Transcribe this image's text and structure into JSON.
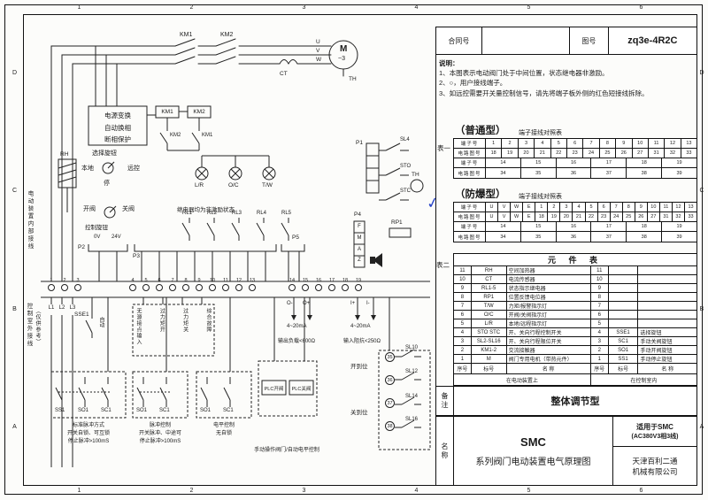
{
  "colors": {
    "ink": "#1c1c1c",
    "blue_check": "#2a46c8",
    "paper": "#fcfcfa"
  },
  "frame": {
    "zone_cols": [
      "1",
      "2",
      "3",
      "4",
      "5",
      "6"
    ],
    "zone_rows_left": [
      "D",
      "C",
      "B",
      "A"
    ],
    "zone_rows_right": [
      "D",
      "C",
      "B",
      "A"
    ]
  },
  "title_block": {
    "contract_label": "合同号",
    "contract_value": "",
    "drawing_label": "图号",
    "drawing_value": "zq3e-4R2C"
  },
  "notes": {
    "heading": "说明：",
    "items": [
      "1、本图表示电动阀门处于中间位置，状态继电器非激励。",
      "2、○，用户接线端子。",
      "3、如远控需要开关量控制信号，请先将端子板外侧的红色短接线拆除。"
    ]
  },
  "table1": {
    "gutter_label": "表一",
    "ordinary_title": "（普通型）",
    "ordinary_subtitle": "端子接线对照表",
    "explosion_title": "（防爆型）",
    "explosion_subtitle": "端子接线对照表",
    "row_label_terminal": "端子号",
    "row_label_circuit": "电路图号",
    "check_mark": "✓",
    "ordinary": {
      "terminals1": [
        "1",
        "2",
        "3",
        "4",
        "5",
        "6",
        "7",
        "8",
        "9",
        "10",
        "11",
        "12",
        "13"
      ],
      "circuits1": [
        "18",
        "19",
        "20",
        "21",
        "22",
        "23",
        "24",
        "25",
        "26",
        "27",
        "31",
        "32",
        "33"
      ],
      "terminals2": [
        "14",
        "15",
        "16",
        "17",
        "18",
        "19"
      ],
      "circuits2": [
        "34",
        "35",
        "36",
        "37",
        "38",
        "39"
      ]
    },
    "explosion": {
      "terminals1": [
        "U",
        "V",
        "W",
        "E",
        "1",
        "2",
        "3",
        "4",
        "5",
        "6",
        "7",
        "8",
        "9",
        "10",
        "11",
        "12",
        "13"
      ],
      "circuits1": [
        "U",
        "V",
        "W",
        "E",
        "18",
        "19",
        "20",
        "21",
        "22",
        "23",
        "24",
        "25",
        "26",
        "27",
        "31",
        "32",
        "33"
      ],
      "terminals2": [
        "14",
        "15",
        "16",
        "17",
        "18",
        "19"
      ],
      "circuits2": [
        "34",
        "35",
        "36",
        "37",
        "38",
        "39"
      ]
    }
  },
  "table2": {
    "gutter_label": "表二",
    "title": "元 件 表",
    "rows": [
      [
        "11",
        "RH",
        "空间加热器",
        "11",
        "",
        ""
      ],
      [
        "10",
        "CT",
        "电流传感器",
        "10",
        "",
        ""
      ],
      [
        "9",
        "RL1-5",
        "状态指示继电器",
        "9",
        "",
        ""
      ],
      [
        "8",
        "RP1",
        "位置反馈电位器",
        "8",
        "",
        ""
      ],
      [
        "7",
        "T/W",
        "力矩/报警指示灯",
        "7",
        "",
        ""
      ],
      [
        "6",
        "O/C",
        "开阀/关阀指示灯",
        "6",
        "",
        ""
      ],
      [
        "5",
        "L/R",
        "本地/远程指示灯",
        "5",
        "",
        ""
      ],
      [
        "4",
        "STO STC",
        "开、关向行程控制开关",
        "4",
        "SSE1",
        "选择旋钮"
      ],
      [
        "3",
        "SL2-SL16",
        "开、关向行程限位开关",
        "3",
        "SC1",
        "手动关阀旋钮"
      ],
      [
        "2",
        "KM1-2",
        "交流接触器",
        "2",
        "SO1",
        "手动开阀旋钮"
      ],
      [
        "1",
        "M",
        "阀门专用电机（带热元件）",
        "1",
        "SS1",
        "手动停止旋钮"
      ]
    ],
    "header": [
      "序号",
      "标号",
      "名  称",
      "序号",
      "标号",
      "名  称"
    ],
    "footer_left": "在电动装置上",
    "footer_right": "在控制室内"
  },
  "remark": {
    "gutter_label": "备注",
    "value": "整体调节型"
  },
  "name_block": {
    "gutter_label": "名称",
    "line1": "SMC",
    "line2": "系列阀门电动装置电气原理图",
    "apply1": "适用于SMC",
    "apply2": "(AC380V3相3线)",
    "company1": "天津百利二通",
    "company2": "机械有限公司"
  },
  "sch": {
    "labels": {
      "km1": "KM1",
      "km2": "KM2",
      "u": "U",
      "v": "V",
      "w": "W",
      "motor": "M",
      "motor_sub": "~3",
      "th": "TH",
      "ct": "CT",
      "rh": "RH",
      "selector": "选择旋钮",
      "local": "本地",
      "remote": "远控",
      "stop": "停",
      "lamp_lr": "L/R",
      "lamp_oc": "O/C",
      "lamp_tw": "T/W",
      "open_valve": "开阀",
      "close_valve": "关阀",
      "ctrl_knob": "控制旋钮",
      "relay_note": "继电器均为非激励状态",
      "rl1": "RL1",
      "rl2": "RL2",
      "rl3": "RL3",
      "rl4": "RL4",
      "rl5": "RL5",
      "p1": "P1",
      "p2": "P2",
      "p3": "P3",
      "p4": "P4",
      "p5": "P5",
      "v0": "0V",
      "v24": "24V",
      "f": "F",
      "m": "M",
      "a": "A",
      "z": "Z",
      "sl4": "SL4",
      "sto": "STO",
      "stc": "STC",
      "th2": "TH",
      "rp1": "RP1",
      "sse1": "SSE1",
      "auto": "自动",
      "sl10": "SL10",
      "sl12": "SL12",
      "sl14": "SL14",
      "sl16": "SL16",
      "open_pos": "开到位",
      "close_pos": "关到位",
      "o_minus": "O-",
      "o_plus": "O+",
      "i_plus": "I+",
      "i_minus": "I-",
      "ma1": "4~20mA",
      "ma2": "4~20mA",
      "out_load": "输出负载<600Ω",
      "in_imp": "输入阻抗<250Ω",
      "inner_wiring": "电动装置内部接线",
      "outer_wiring": "控制室外接线",
      "ref_only": "（仅供参考）",
      "plc_open": "PLC开阀",
      "plc_close": "PLC关阀"
    },
    "power_box": [
      "电源变换",
      "自动换相",
      "断相保护"
    ],
    "passive_labels": [
      "无源接点输入",
      "过力矩开",
      "过力矩关",
      "综合故障"
    ],
    "term_power": [
      "1",
      "2",
      "3"
    ],
    "term_ctrl": [
      "4",
      "5",
      "6",
      "7",
      "8",
      "9",
      "10",
      "11",
      "12",
      "13"
    ],
    "term_aux": [
      "14",
      "15",
      "16",
      "17",
      "18",
      "19"
    ],
    "phase_labels": [
      "L1",
      "L2",
      "L3"
    ],
    "right_terms": [
      "35",
      "36",
      "37",
      "38"
    ],
    "cap1": [
      "标准脉冲方式",
      "开关自锁、可互锁",
      "停止脉冲>100mS"
    ],
    "cap2": [
      "脉冲控制",
      "开关脉冲、中途可",
      "停止脉冲>100mS"
    ],
    "cap3": [
      "电平控制",
      "无自锁"
    ],
    "cap4": [
      "手动操作阀门/自动电平控制"
    ]
  }
}
